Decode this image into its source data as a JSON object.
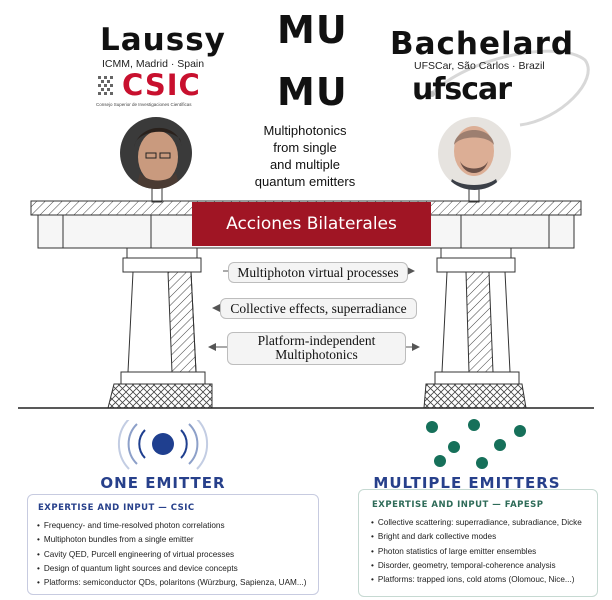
{
  "left_person": {
    "name": "Laussy",
    "affiliation": "ICMM, Madrid · Spain",
    "logo_text": "CSIC",
    "logo_subtext": "Consejo Superior de Investigaciones Científicas"
  },
  "center": {
    "title_line1": "MU",
    "title_line2": "MU",
    "subtitle_lines": [
      "Multiphotonics",
      "from single",
      "and multiple",
      "quantum emitters"
    ]
  },
  "right_person": {
    "name": "Bachelard",
    "affiliation": "UFSCar, São Carlos · Brazil",
    "logo_text": "ufscar"
  },
  "banner": "Acciones Bilaterales",
  "arrows": [
    {
      "text": "Multiphoton virtual processes"
    },
    {
      "text": "Collective effects, superradiance"
    },
    {
      "text_line1": "Platform-independent",
      "text_line2": "Multiphotonics"
    }
  ],
  "one_emitter": {
    "title": "ONE EMITTER",
    "panel_heading": "EXPERTISE AND INPUT — CSIC",
    "items": [
      "Frequency- and time-resolved photon correlations",
      "Multiphoton bundles from a single emitter",
      "Cavity QED, Purcell engineering of virtual processes",
      "Design of quantum light sources and device concepts",
      "Platforms: semiconductor QDs, polaritons (Würzburg, Sapienza, UAM...)"
    ]
  },
  "multiple_emitters": {
    "title": "MULTIPLE EMITTERS",
    "panel_heading": "EXPERTISE AND INPUT — FAPESP",
    "items": [
      "Collective scattering: superradiance, subradiance, Dicke",
      "Bright and dark collective modes",
      "Photon statistics of large emitter ensembles",
      "Disorder, geometry, temporal-coherence analysis",
      "Platforms: trapped ions, cold atoms (Olomouc, Nice...)"
    ]
  },
  "colors": {
    "banner": "#a01524",
    "csic_red": "#c8102e",
    "title_blue": "#27408b",
    "emitter_blue": "#1f3f8f",
    "emitter_green": "#16705a",
    "fapesp_green": "#2e6b58"
  }
}
